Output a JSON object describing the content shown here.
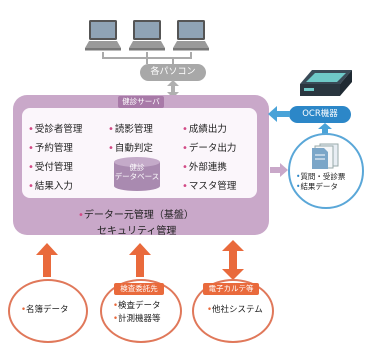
{
  "pc_label": "各パソコン",
  "server": {
    "title": "健診サーバ",
    "features": [
      "受診者管理",
      "読影管理",
      "成績出力",
      "予約管理",
      "自動判定",
      "データ出力",
      "受付管理",
      "外部連携",
      "結果入力",
      "マスタ管理"
    ],
    "database_line1": "健診",
    "database_line2": "データベース",
    "data_source": "データー元管理（基盤）",
    "security": "セキュリティ管理"
  },
  "ocr": {
    "label": "OCR機器",
    "docs": [
      "質問・受診票",
      "結果データ"
    ]
  },
  "bottom": {
    "left": {
      "items": [
        "名簿データ"
      ]
    },
    "middle": {
      "header": "検査委託先",
      "items": [
        "検査データ",
        "計測機器等"
      ]
    },
    "right": {
      "header": "電子カルテ等",
      "items": [
        "他社システム"
      ]
    }
  },
  "colors": {
    "server_outer": "#c9a8c9",
    "accent_pink": "#d24a86",
    "ocr_blue": "#2c87c8",
    "arrow_orange": "#e96a3c"
  }
}
